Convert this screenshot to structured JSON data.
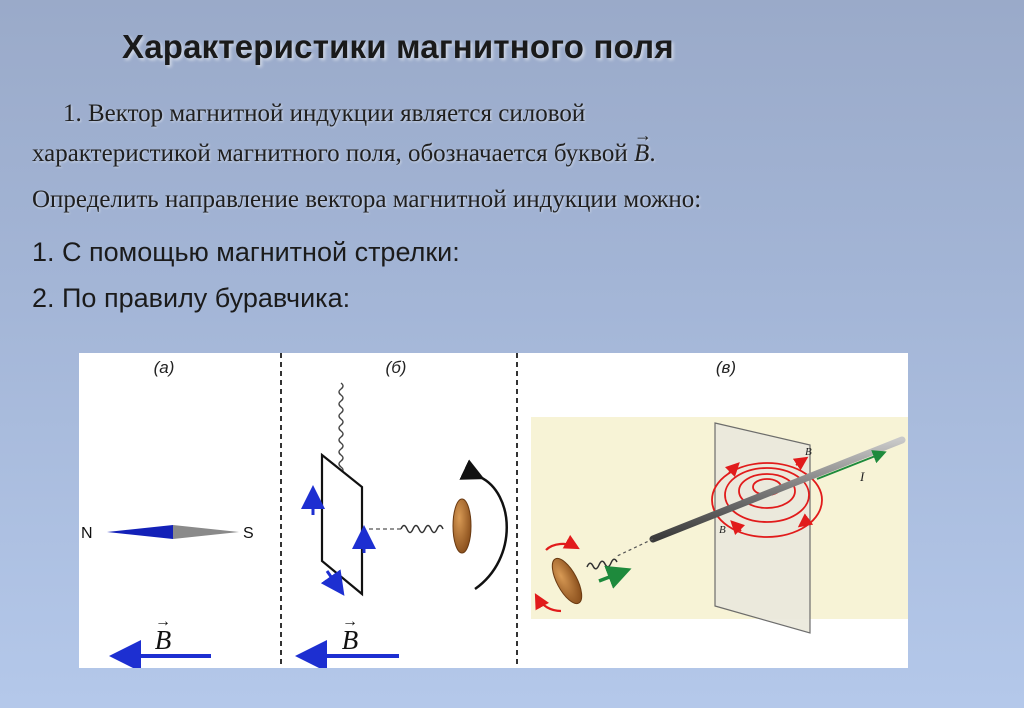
{
  "slide": {
    "title": "Характеристики магнитного поля",
    "para_line1": "1.  Вектор магнитной индукции является силовой",
    "para_line2_prefix": "характеристикой магнитного поля, обозначается буквой ",
    "para_line2_symbol": "B",
    "para_line2_suffix": ".",
    "para_line3": "Определить направление вектора магнитной индукции можно:",
    "method1": "1. С помощью магнитной стрелки:",
    "method2": "2.  По правилу буравчика:"
  },
  "figure": {
    "panel_a_label": "(а)",
    "panel_b_label": "(б)",
    "panel_c_label": "(в)",
    "north_label": "N",
    "south_label": "S",
    "vector_b_label": "B",
    "current_label": "I",
    "colors": {
      "arrow_blue": "#1d2fd1",
      "needle_blue": "#1321b8",
      "needle_grey": "#8a8a8a",
      "field_red": "#e11b1b",
      "handle_brown": "#a0622a",
      "green_arrow": "#1e8a3c",
      "panel_c_bg": "#f7f3d6"
    }
  }
}
